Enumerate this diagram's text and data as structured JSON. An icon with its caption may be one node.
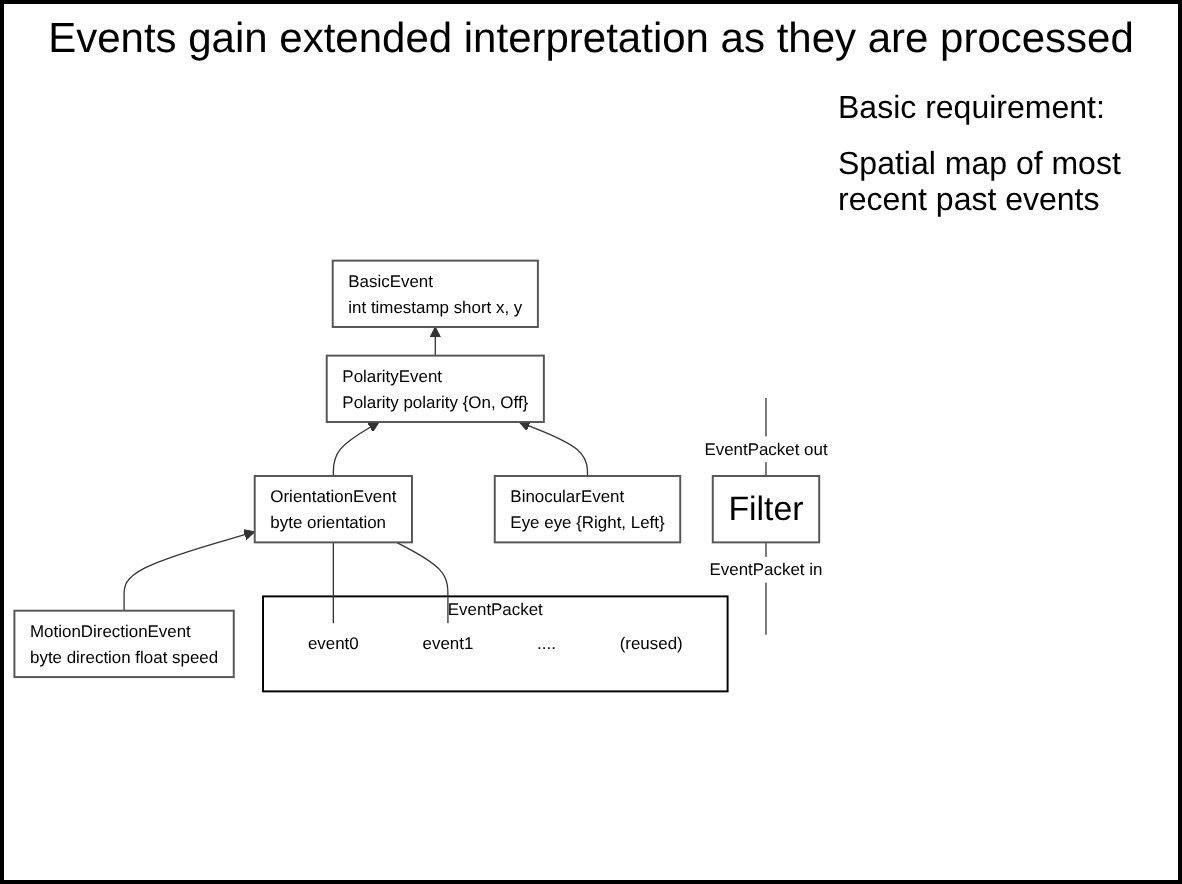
{
  "diagram": {
    "title": "Events gain extended interpretation as they are processed",
    "nodes": [
      {
        "text": [
          "Filter"
        ]
      },
      {
        "text": [
          "EventPacket"
        ],
        "beside": [
          "(reused)"
        ]
      },
      {
        "text": [
          "event0"
        ],
        "in": 1
      },
      {
        "text": [
          "event1"
        ],
        "in": 1
      },
      {
        "text": [
          "...."
        ],
        "in": 1
      },
      {
        "text": [
          "BasicEvent",
          "int timestamp short x, y"
        ]
      },
      {
        "text": [
          "PolarityEvent",
          "Polarity polarity {On, Off}"
        ]
      },
      {
        "text": [
          "OrientationEvent",
          "byte orientation"
        ]
      },
      {
        "text": [
          "BinocularEvent",
          "Eye eye {Right, Left}"
        ]
      },
      {
        "text": [
          "MotionDirectionEvent",
          "byte direction float speed"
        ]
      }
    ],
    "edges": [
      {
        "from": null,
        "to": 0,
        "arrow": "none",
        "label": "EventPacket in"
      },
      {
        "from": 0,
        "to": null,
        "arrow": "none",
        "label": "EventPacket out"
      },
      {
        "from": 6,
        "to": 5,
        "arrow": "to"
      },
      {
        "from": 7,
        "to": 6,
        "arrow": "to"
      },
      {
        "from": 8,
        "to": 6,
        "arrow": "to"
      },
      {
        "from": 9,
        "to": 7,
        "arrow": "to"
      },
      {
        "from": 2,
        "to": 7,
        "arrow": "none"
      },
      {
        "from": 3,
        "to": 7,
        "arrow": "none"
      }
    ],
    "labels": [
      "Basic requirement:",
      "Spatial map of most recent past events"
    ]
  }
}
